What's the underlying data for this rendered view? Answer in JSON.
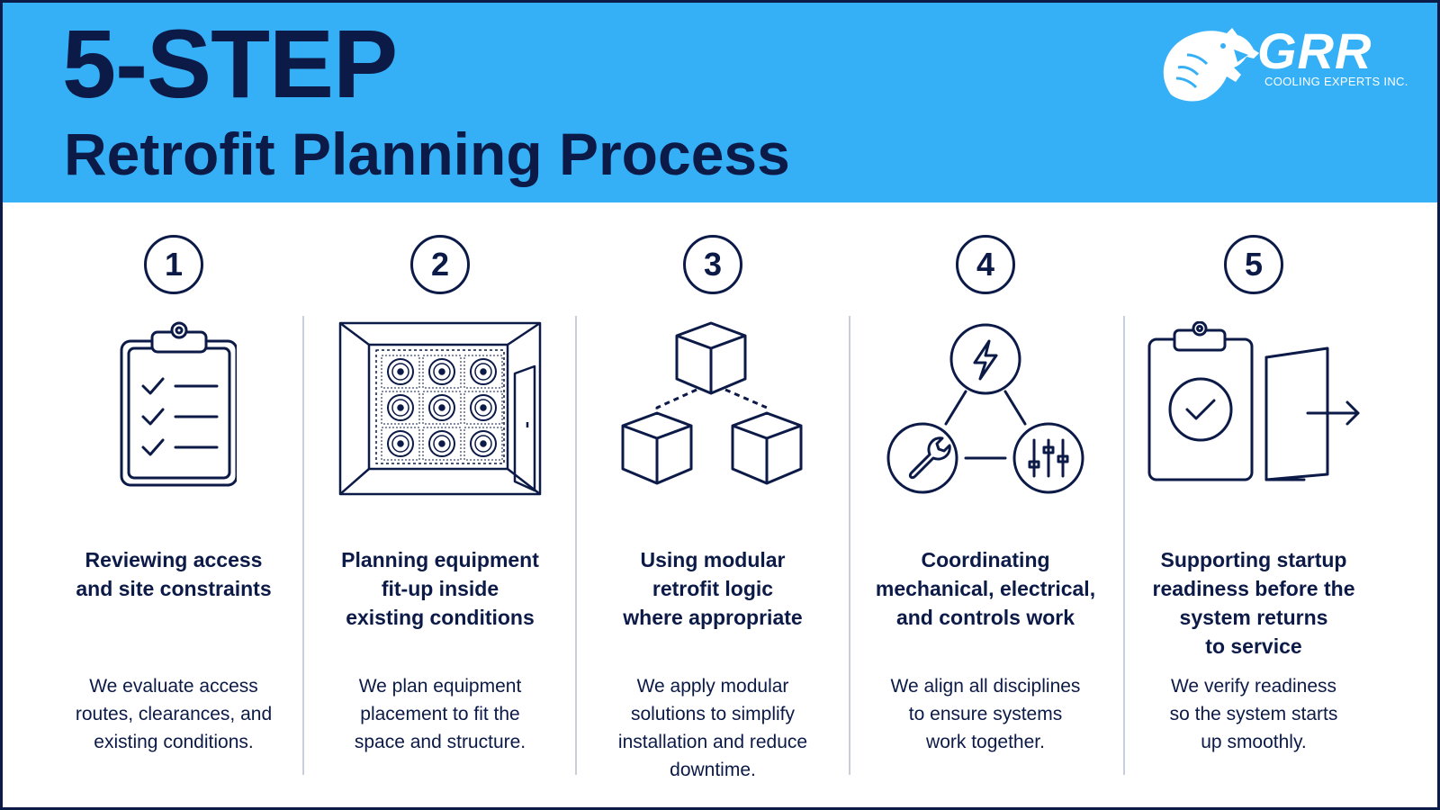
{
  "header": {
    "title": "5-STEP",
    "subtitle": "Retrofit Planning Process"
  },
  "logo": {
    "wordmark": "GRR",
    "tagline": "COOLING EXPERTS INC."
  },
  "colors": {
    "header_bg": "#35b0f7",
    "navy": "#0c1a47",
    "divider": "#c9ced8"
  },
  "steps": [
    {
      "number": "1",
      "icon": "clipboard-checklist-icon",
      "title_lines": [
        "Reviewing access",
        "and site constraints"
      ],
      "desc_lines": [
        "We evaluate access",
        "routes, clearances, and",
        "existing conditions."
      ]
    },
    {
      "number": "2",
      "icon": "room-fan-grid-icon",
      "title_lines": [
        "Planning equipment",
        "fit-up inside",
        "existing conditions"
      ],
      "desc_lines": [
        "We plan equipment",
        "placement to fit the",
        "space and structure."
      ]
    },
    {
      "number": "3",
      "icon": "modular-cubes-icon",
      "title_lines": [
        "Using modular",
        "retrofit logic",
        "where appropriate"
      ],
      "desc_lines": [
        "We apply modular",
        "solutions to simplify",
        "installation and reduce",
        "downtime."
      ]
    },
    {
      "number": "4",
      "icon": "coordination-triangle-icon",
      "title_lines": [
        "Coordinating",
        "mechanical, electrical,",
        "and controls work"
      ],
      "desc_lines": [
        "We align all disciplines",
        "to ensure systems",
        "work together."
      ]
    },
    {
      "number": "5",
      "icon": "clipboard-check-door-icon",
      "title_lines": [
        "Supporting startup",
        "readiness before the",
        "system returns",
        "to service"
      ],
      "desc_lines": [
        "We verify readiness",
        "so the system starts",
        "up smoothly."
      ]
    }
  ]
}
